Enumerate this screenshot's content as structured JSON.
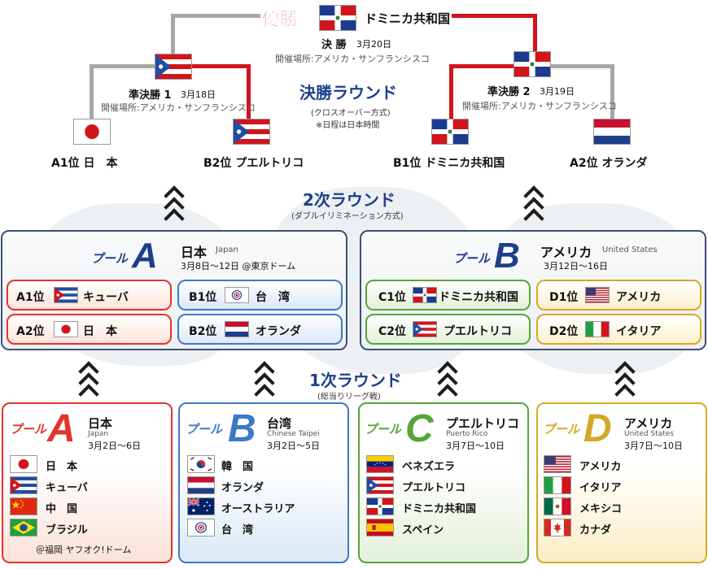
{
  "final": {
    "champion_label": "優勝",
    "champion_team": "ドミニカ共和国",
    "title": "決 勝",
    "date": "3月20日",
    "venue": "開催場所:アメリカ・サンフランシスコ"
  },
  "final_round": {
    "title": "決勝ラウンド",
    "format": "(クロスオーバー方式)",
    "note": "※日程は日本時間"
  },
  "semifinals": [
    {
      "title": "準決勝 1",
      "date": "3月18日",
      "venue": "開催場所:アメリカ・サンフランシスコ",
      "winner_flag": "puerto-rico"
    },
    {
      "title": "準決勝 2",
      "date": "3月19日",
      "venue": "開催場所:アメリカ・サンフランシスコ",
      "winner_flag": "dominican-republic"
    }
  ],
  "semifinal_teams": [
    {
      "seed": "A1位",
      "name": "日　本",
      "flag": "japan"
    },
    {
      "seed": "B2位",
      "name": "プエルトリコ",
      "flag": "puerto-rico"
    },
    {
      "seed": "B1位",
      "name": "ドミニカ共和国",
      "flag": "dominican-republic"
    },
    {
      "seed": "A2位",
      "name": "オランダ",
      "flag": "netherlands"
    }
  ],
  "second_round": {
    "title": "2次ラウンド",
    "format": "(ダブルイリミネーション方式)",
    "pools": [
      {
        "pool_word": "プール",
        "letter": "A",
        "host": "日本",
        "host_en": "Japan",
        "dates": "3月8日〜12日 @東京ドーム",
        "results": [
          {
            "seed": "A1位",
            "name": "キューバ",
            "flag": "cuba"
          },
          {
            "seed": "B1位",
            "name": "台　湾",
            "flag": "chinese-taipei"
          },
          {
            "seed": "A2位",
            "name": "日　本",
            "flag": "japan"
          },
          {
            "seed": "B2位",
            "name": "オランダ",
            "flag": "netherlands"
          }
        ]
      },
      {
        "pool_word": "プール",
        "letter": "B",
        "host": "アメリカ",
        "host_en": "United States",
        "dates": "3月12日〜16日",
        "results": [
          {
            "seed": "C1位",
            "name": "ドミニカ共和国",
            "flag": "dominican-republic"
          },
          {
            "seed": "D1位",
            "name": "アメリカ",
            "flag": "usa"
          },
          {
            "seed": "C2位",
            "name": "プエルトリコ",
            "flag": "puerto-rico"
          },
          {
            "seed": "D2位",
            "name": "イタリア",
            "flag": "italy"
          }
        ]
      }
    ]
  },
  "first_round": {
    "title": "1次ラウンド",
    "format": "(総当りリーグ戦)",
    "pools": [
      {
        "pool_word": "プール",
        "letter": "A",
        "host": "日本",
        "host_en": "Japan",
        "dates": "3月2日〜6日",
        "teams": [
          {
            "name": "日　本",
            "flag": "japan"
          },
          {
            "name": "キューバ",
            "flag": "cuba"
          },
          {
            "name": "中　国",
            "flag": "china"
          },
          {
            "name": "ブラジル",
            "flag": "brazil"
          }
        ],
        "venue": "＠福岡 ヤフオク!ドーム"
      },
      {
        "pool_word": "プール",
        "letter": "B",
        "host": "台湾",
        "host_en": "Chinese Taipei",
        "dates": "3月2日〜5日",
        "teams": [
          {
            "name": "韓　国",
            "flag": "korea"
          },
          {
            "name": "オランダ",
            "flag": "netherlands"
          },
          {
            "name": "オーストラリア",
            "flag": "australia"
          },
          {
            "name": "台　湾",
            "flag": "chinese-taipei"
          }
        ]
      },
      {
        "pool_word": "プール",
        "letter": "C",
        "host": "プエルトリコ",
        "host_en": "Puerto Rico",
        "dates": "3月7日〜10日",
        "teams": [
          {
            "name": "ベネズエラ",
            "flag": "venezuela"
          },
          {
            "name": "プエルトリコ",
            "flag": "puerto-rico"
          },
          {
            "name": "ドミニカ共和国",
            "flag": "dominican-republic"
          },
          {
            "name": "スペイン",
            "flag": "spain"
          }
        ]
      },
      {
        "pool_word": "プール",
        "letter": "D",
        "host": "アメリカ",
        "host_en": "United States",
        "dates": "3月7日〜10日",
        "teams": [
          {
            "name": "アメリカ",
            "flag": "usa"
          },
          {
            "name": "イタリア",
            "flag": "italy"
          },
          {
            "name": "メキシコ",
            "flag": "mexico"
          },
          {
            "name": "カナダ",
            "flag": "canada"
          }
        ]
      }
    ]
  },
  "colors": {
    "winner_line": "#d1151c",
    "loser_line": "#a7a7a7",
    "round_title": "#1d3f8a",
    "pool_a": "#e2342a",
    "pool_b": "#3c79c8",
    "pool_c": "#55a53a",
    "pool_d": "#d6a824"
  }
}
